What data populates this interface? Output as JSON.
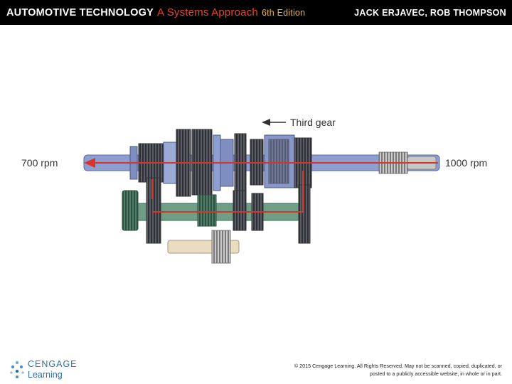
{
  "header": {
    "title": "AUTOMOTIVE TECHNOLOGY",
    "subtitle": "A Systems Approach",
    "edition": "6th Edition",
    "authors": "JACK ERJAVEC, ROB THOMPSON"
  },
  "diagram": {
    "gear_label": "Third gear",
    "output_speed": "700 rpm",
    "input_speed": "1000 rpm"
  },
  "footer": {
    "logo_line1": "CENGAGE",
    "logo_line2": "Learning",
    "copyright": "© 2015 Cengage Learning. All Rights Reserved. May not be scanned, copied, duplicated, or posted to a publicly accessible website, in whole or in part."
  },
  "colors": {
    "header_bg": "#000000",
    "subtitle": "#e8452d",
    "edition": "#f0b323",
    "shaft": "#8d9ed0",
    "countershaft": "#6f9e86",
    "reverse_idler": "#e9dcc0",
    "power_flow": "#d9342b",
    "gear_dark": "#4d4f55"
  }
}
